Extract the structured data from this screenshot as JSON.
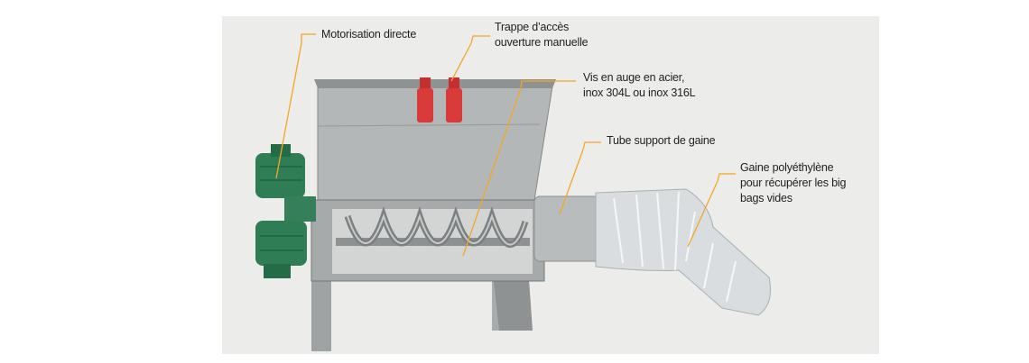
{
  "labels": {
    "motorisation": "Motorisation directe",
    "trappe_line1": "Trappe d’accès",
    "trappe_line2": "ouverture manuelle",
    "vis_line1": "Vis en auge en acier,",
    "vis_line2": "inox 304L ou inox 316L",
    "tube": "Tube support de gaine",
    "gaine_line1": "Gaine polyéthylène",
    "gaine_line2": "pour récupérer les big",
    "gaine_line3": "bags vides"
  },
  "colors": {
    "panel_background": "#ececea",
    "callout_line": "#f5a623",
    "machine_grey": "#b9bcbc",
    "motor_green": "#2f7d55",
    "trapdoor_red": "#d93a3a"
  }
}
